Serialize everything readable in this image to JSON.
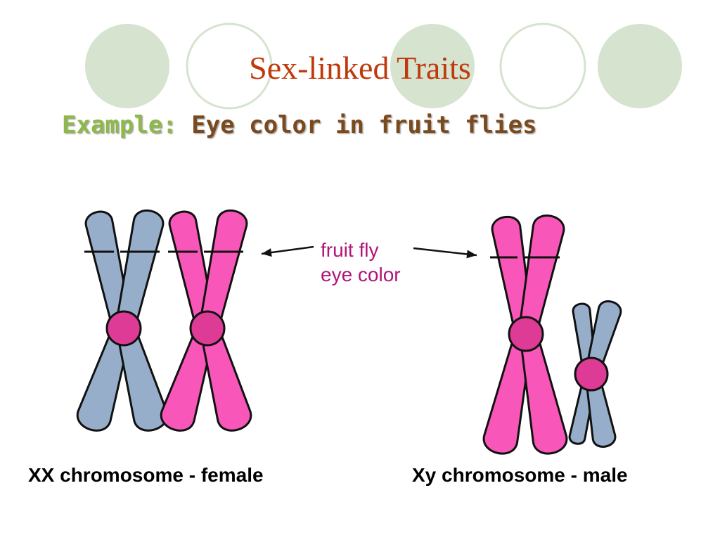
{
  "slide": {
    "title": "Sex-linked Traits",
    "subtitle_prefix": "Example:",
    "subtitle_text": "Eye color in fruit flies"
  },
  "diagram": {
    "gene_label_line1": "fruit fly",
    "gene_label_line2": "eye color",
    "female_caption": "XX chromosome - female",
    "male_caption": "Xy chromosome - male"
  },
  "colors": {
    "title": "#c0390b",
    "subtitle_prefix": "#8db84a",
    "subtitle_text": "#7a4a1e",
    "gene_label": "#b0157a",
    "x_chromosome_pink": "#f857b9",
    "blue_chromosome": "#97aecb",
    "centromere": "#dd3b95",
    "outline": "#111111",
    "circle_fill": "#d5e3cf",
    "circle_stroke": "#d5e3cf"
  }
}
